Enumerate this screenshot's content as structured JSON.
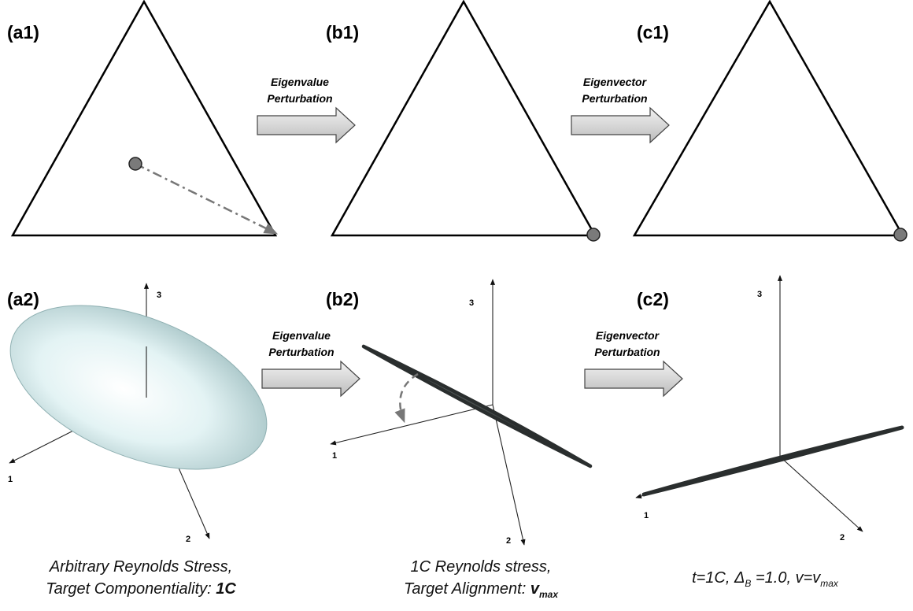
{
  "panels": {
    "a1": "(a1)",
    "b1": "(b1)",
    "c1": "(c1)",
    "a2": "(a2)",
    "b2": "(b2)",
    "c2": "(c2)"
  },
  "arrows": {
    "top1": [
      "Eigenvalue",
      "Perturbation"
    ],
    "top2": [
      "Eigenvector",
      "Perturbation"
    ],
    "bottom1": [
      "Eigenvalue",
      "Perturbation"
    ],
    "bottom2": [
      "Eigenvector",
      "Perturbation"
    ]
  },
  "axes": {
    "x": "1",
    "y": "2",
    "z": "3"
  },
  "captions": {
    "a": {
      "line1": "Arbitrary Reynolds Stress,",
      "line2_prefix": "Target Componentiality: ",
      "line2_bold": "1C"
    },
    "b": {
      "line1": "1C Reynolds stress,",
      "line2_prefix": "Target Alignment: ",
      "v": "v",
      "vsub": "max"
    },
    "c": {
      "t": "t=1C, ",
      "delta": "Δ",
      "dsub": "B",
      "rest": " =1.0, ",
      "v1": "v=v",
      "v1sub": "max"
    }
  },
  "colors": {
    "marker": "#7a7a7a",
    "arrow_fill": "#dcdcdc",
    "ellipsoid": "#d8eef0",
    "needle": "#3a3f40"
  }
}
